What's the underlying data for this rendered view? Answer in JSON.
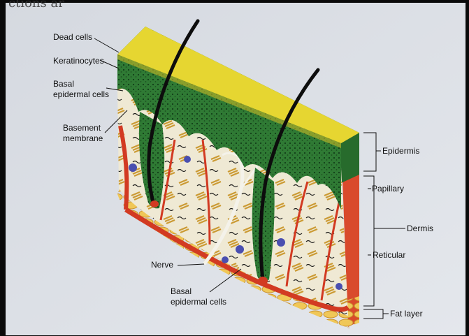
{
  "page": {
    "top_fragment": "ctions ar",
    "colors": {
      "paper": "#dfe3ea",
      "surface": "#e6d631",
      "epidermis": "#2f7a34",
      "dermis": "#efe9d4",
      "capillary": "#d23a22",
      "fat": "#e8b84a",
      "hair": "#0d0d0d",
      "nerve": "#f4f2ea"
    }
  },
  "diagram": {
    "left_labels": {
      "dead_cells": "Dead cells",
      "keratinocytes": "Keratinocytes",
      "basal_top_1": "Basal",
      "basal_top_2": "epidermal cells",
      "basement_1": "Basement",
      "basement_2": "membrane",
      "nerve": "Nerve",
      "basal_bottom_1": "Basal",
      "basal_bottom_2": "epidermal cells"
    },
    "right_labels": {
      "epidermis": "Epidermis",
      "papillary": "Papillary",
      "dermis": "Dermis",
      "reticular": "Reticular",
      "fat_layer": "Fat layer"
    }
  }
}
